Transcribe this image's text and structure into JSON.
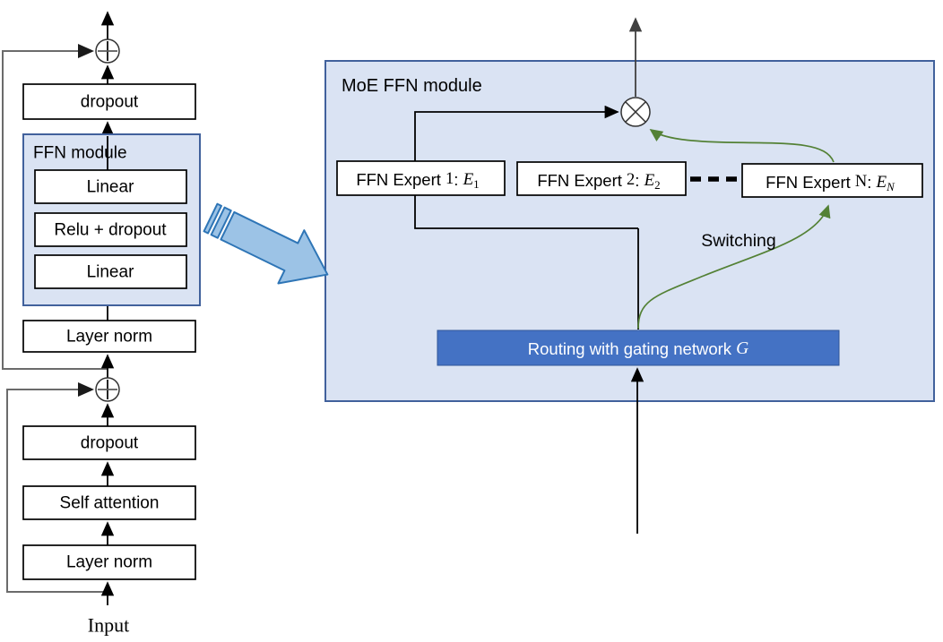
{
  "left": {
    "dropout_top": "dropout",
    "ffn_module_label": "FFN module",
    "linear_top": "Linear",
    "relu_dropout": "Relu + dropout",
    "linear_bottom": "Linear",
    "layer_norm_upper": "Layer norm",
    "dropout_bottom": "dropout",
    "self_attention": "Self attention",
    "layer_norm_lower": "Layer norm",
    "input_label": "Input"
  },
  "moe": {
    "title": "MoE FFN module",
    "experts": [
      {
        "prefix": "FFN Expert ",
        "num": "1",
        "colon": ": ",
        "var": "E",
        "sub": "1"
      },
      {
        "prefix": "FFN Expert ",
        "num": "2",
        "colon": ": ",
        "var": "E",
        "sub": "2"
      },
      {
        "prefix": "FFN Expert ",
        "num": "N",
        "colon": ": ",
        "var": "E",
        "sub": "N"
      }
    ],
    "switching_label": "Switching",
    "routing": {
      "prefix": "Routing with gating network ",
      "var": "G"
    }
  },
  "colors": {
    "panel-fill": "#dae3f3",
    "panel-border": "#41619c",
    "routing-fill": "#4472c4",
    "skip-line": "#6b6b6b",
    "green-arrow": "#538135",
    "big-arrow-fill": "#9cc3e6",
    "big-arrow-border": "#2e75b6"
  }
}
